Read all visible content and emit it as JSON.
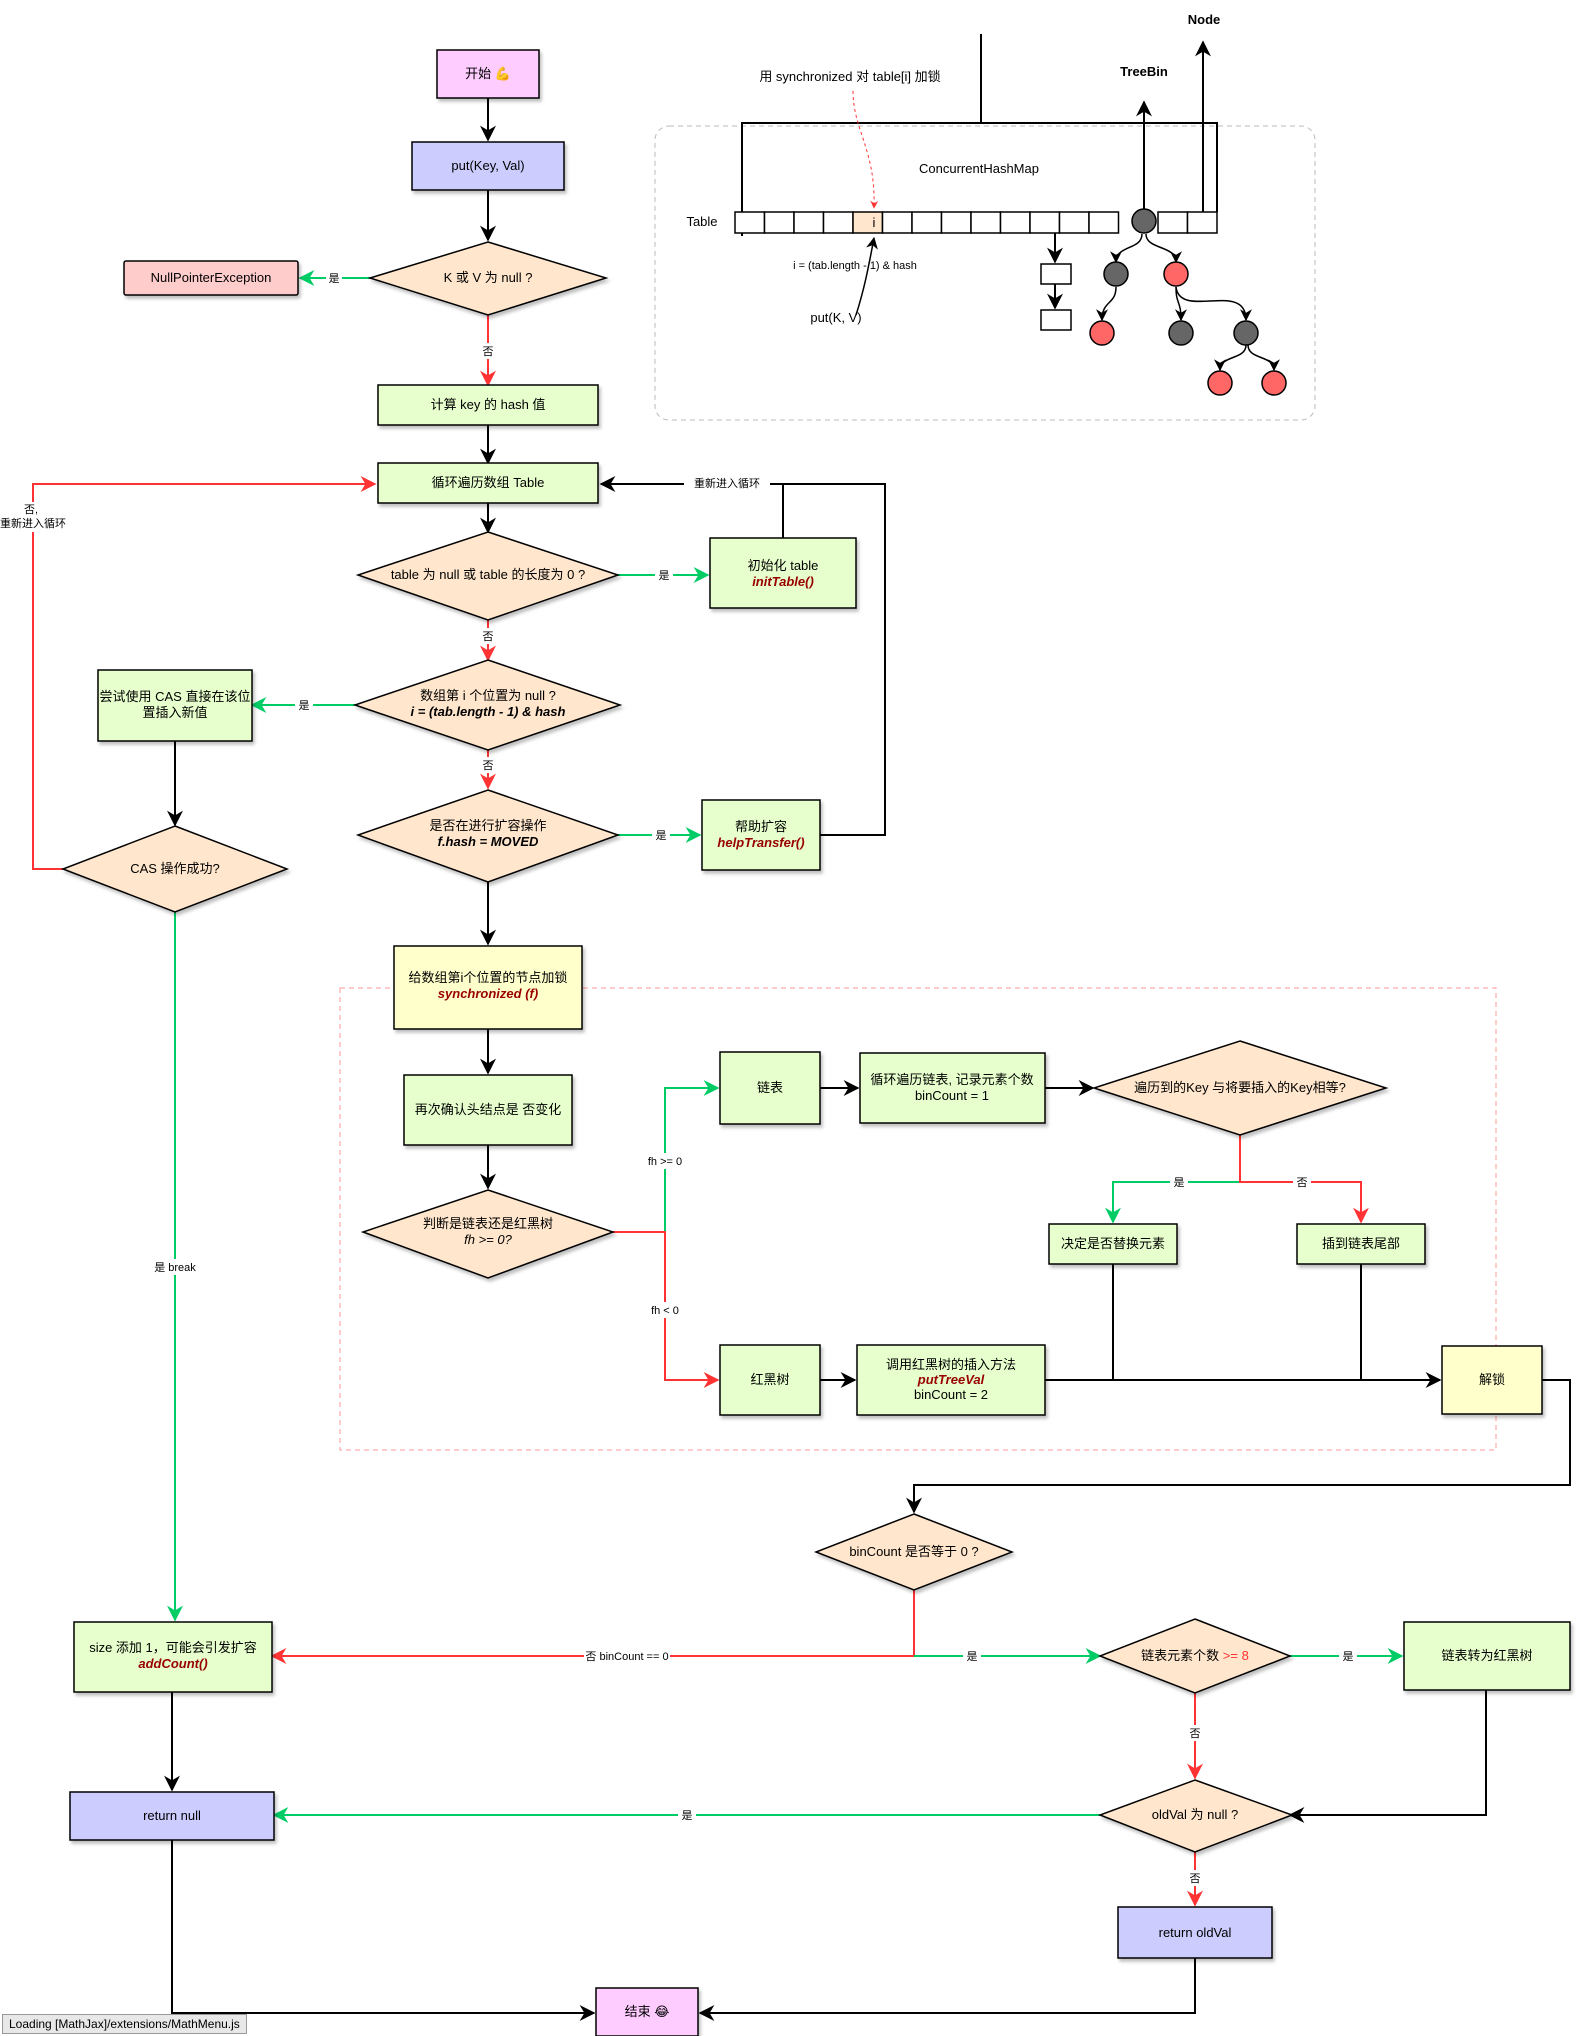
{
  "colors": {
    "pink": "#ffccff",
    "lavender": "#ccccff",
    "green": "#e6ffcc",
    "orange": "#ffe6cc",
    "red": "#ffcccc",
    "yellow": "#ffffcc",
    "edge_green": "#00cc66",
    "edge_red": "#ff3333",
    "edge_black": "#000000",
    "node_dark": "#666666",
    "node_red": "#ff6666"
  },
  "flow": {
    "start": "开始 💪",
    "put": "put(Key, Val)",
    "kv_null": "K 或 V 为 null ?",
    "npe": "NullPointerException",
    "calc_hash": "计算 key 的 hash 值",
    "loop_table": "循环遍历数组 Table",
    "table_empty": "table 为 null 或 table 的长度为 0 ?",
    "init_table": "初始化 table",
    "init_table_fn": "initTable()",
    "slot_null": "数组第 i 个位置为 null ?",
    "slot_null_expr": "i = (tab.length - 1) & hash",
    "cas_insert_1": "尝试使用 CAS 直接在该位",
    "cas_insert_2": "置插入新值",
    "cas_ok": "CAS 操作成功?",
    "resizing": "是否在进行扩容操作",
    "resizing_expr": "f.hash = MOVED",
    "help_transfer": "帮助扩容",
    "help_transfer_fn": "helpTransfer()",
    "lock": "给数组第i个位置的节点加锁",
    "lock_fn": "synchronized (f)",
    "recheck": "再次确认头结点是 否变化",
    "list_or_tree": "判断是链表还是红黑树",
    "list_or_tree_expr": "fh >= 0?",
    "linked_list": "链表",
    "loop_list_1": "循环遍历链表, 记录元素个数",
    "loop_list_2": "binCount = 1",
    "key_equal": "遍历到的Key 与将要插入的Key相等?",
    "decide_replace": "决定是否替换元素",
    "insert_tail": "插到链表尾部",
    "rb_tree": "红黑树",
    "tree_insert_1": "调用红黑树的插入方法",
    "tree_insert_fn": "putTreeVal",
    "tree_insert_2": "binCount = 2",
    "unlock": "解锁",
    "bincount_zero": "binCount 是否等于 0 ?",
    "add_count_1": "size 添加 1，可能会引发扩容",
    "add_count_fn": "addCount()",
    "list_len_prefix": "链表元素个数 ",
    "list_len_threshold": ">= 8",
    "treeify": "链表转为红黑树",
    "oldval_null": "oldVal 为 null ?",
    "return_null": "return null",
    "return_oldval": "return oldVal",
    "end": "结束 😂"
  },
  "edge_labels": {
    "yes": "是",
    "no": "否",
    "no_reenter_1": "否,",
    "no_reenter_2": "重新进入循环",
    "reenter": "重新进入循环",
    "yes_break": "是 break",
    "fh_ge0": "fh >= 0",
    "fh_lt0": "fh < 0",
    "no_bincount0": "否 binCount == 0"
  },
  "struct": {
    "title": "ConcurrentHashMap",
    "table_label": "Table",
    "slot_label": "i",
    "lock_note": "用 synchronized 对 table[i] 加锁",
    "index_expr": "i = (tab.length - 1) & hash",
    "put_kv": "put(K, V)",
    "treebin": "TreeBin",
    "node": "Node"
  },
  "status_bar": "Loading [MathJax]/extensions/MathMenu.js"
}
